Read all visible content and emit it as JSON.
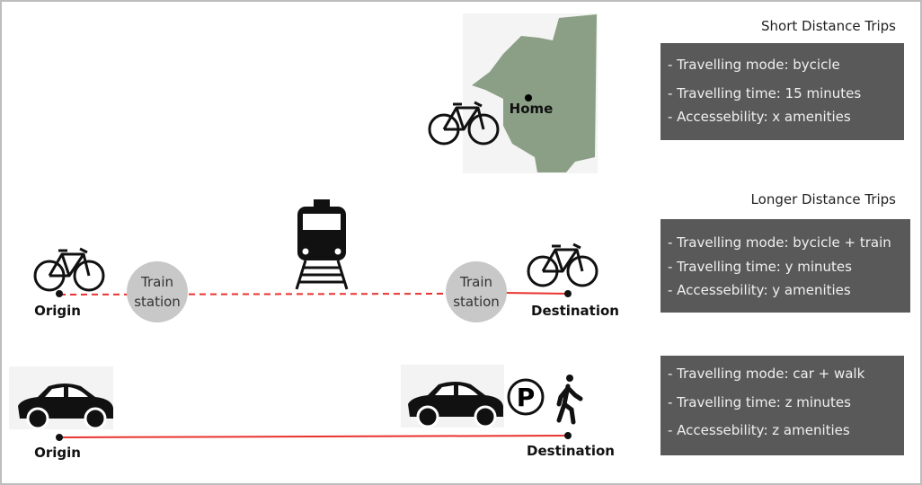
{
  "short": {
    "title": "Short Distance Trips",
    "home_label": "Home",
    "lines": [
      "- Travelling mode: bycicle",
      "- Travelling time: 15 minutes",
      "- Accessebility: x amenities"
    ]
  },
  "longer": {
    "title": "Longer Distance Trips",
    "origin": "Origin",
    "destination": "Destination",
    "station_1": "Train\nstation",
    "station_2": "Train\nstation",
    "lines": [
      "- Travelling mode: bycicle + train",
      "- Travelling time: y minutes",
      "- Accessebility: y amenities"
    ]
  },
  "car": {
    "origin": "Origin",
    "destination": "Destination",
    "parking_letter": "P",
    "lines": [
      "- Travelling mode: car + walk",
      "- Travelling time: z minutes",
      "- Accessebility: z amenities"
    ]
  },
  "colors": {
    "box": "#595959",
    "map": "#8a9f85",
    "route": "#e8332f",
    "station": "#c8c8c8"
  }
}
